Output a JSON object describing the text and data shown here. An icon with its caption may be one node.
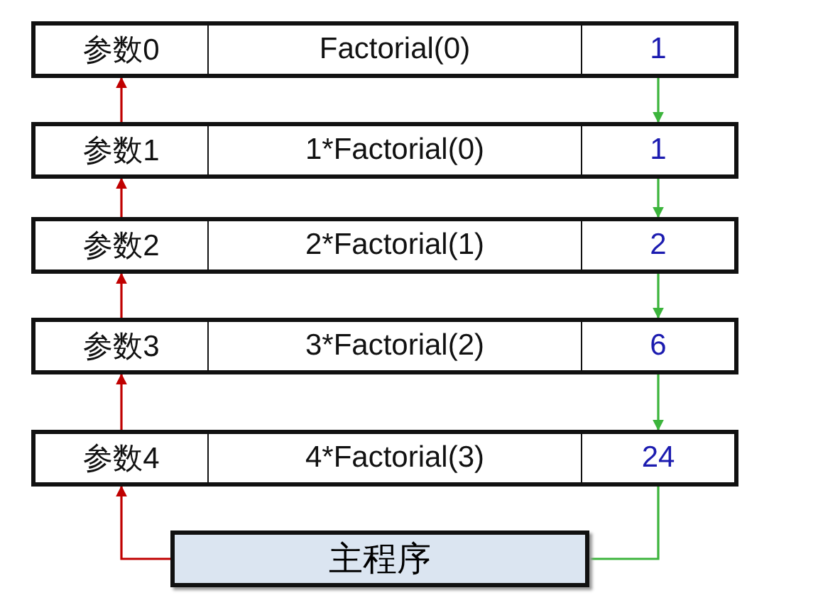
{
  "diagram": {
    "nodes": [
      {
        "text": [],
        "shape": "box"
      },
      {
        "text": [
          "参数0"
        ],
        "in": 0
      },
      {
        "text": [
          "Factorial(0)"
        ],
        "in": 0
      },
      {
        "text": [
          "1"
        ],
        "in": 0
      },
      {
        "text": [],
        "shape": "box"
      },
      {
        "text": [
          "参数1"
        ],
        "in": 4
      },
      {
        "text": [
          "1*Factorial(0)"
        ],
        "in": 4
      },
      {
        "text": [
          "1"
        ],
        "in": 4
      },
      {
        "text": [],
        "shape": "box"
      },
      {
        "text": [
          "参数2"
        ],
        "in": 8
      },
      {
        "text": [
          "2*Factorial(1)"
        ],
        "in": 8
      },
      {
        "text": [
          "2"
        ],
        "in": 8
      },
      {
        "text": [],
        "shape": "box"
      },
      {
        "text": [
          "参数3"
        ],
        "in": 12
      },
      {
        "text": [
          "3*Factorial(2)"
        ],
        "in": 12
      },
      {
        "text": [
          "6"
        ],
        "in": 12
      },
      {
        "text": [],
        "shape": "box"
      },
      {
        "text": [
          "参数4"
        ],
        "in": 16
      },
      {
        "text": [
          "4*Factorial(3)"
        ],
        "in": 16
      },
      {
        "text": [
          "24"
        ],
        "in": 16
      },
      {
        "text": [
          "主程序"
        ]
      }
    ],
    "edges": [
      {
        "from": 20,
        "to": 17,
        "arrow": "to",
        "color": "#c00000"
      },
      {
        "from": 17,
        "to": 13,
        "arrow": "to",
        "color": "#c00000"
      },
      {
        "from": 13,
        "to": 9,
        "arrow": "to",
        "color": "#c00000"
      },
      {
        "from": 9,
        "to": 5,
        "arrow": "to",
        "color": "#c00000"
      },
      {
        "from": 5,
        "to": 1,
        "arrow": "to",
        "color": "#c00000"
      },
      {
        "from": 3,
        "to": 7,
        "arrow": "to",
        "color": "#3cb43c"
      },
      {
        "from": 7,
        "to": 11,
        "arrow": "to",
        "color": "#3cb43c"
      },
      {
        "from": 11,
        "to": 15,
        "arrow": "to",
        "color": "#3cb43c"
      },
      {
        "from": 15,
        "to": 19,
        "arrow": "to",
        "color": "#3cb43c"
      },
      {
        "from": 19,
        "to": 20,
        "arrow": "none",
        "color": "#3cb43c"
      }
    ]
  }
}
